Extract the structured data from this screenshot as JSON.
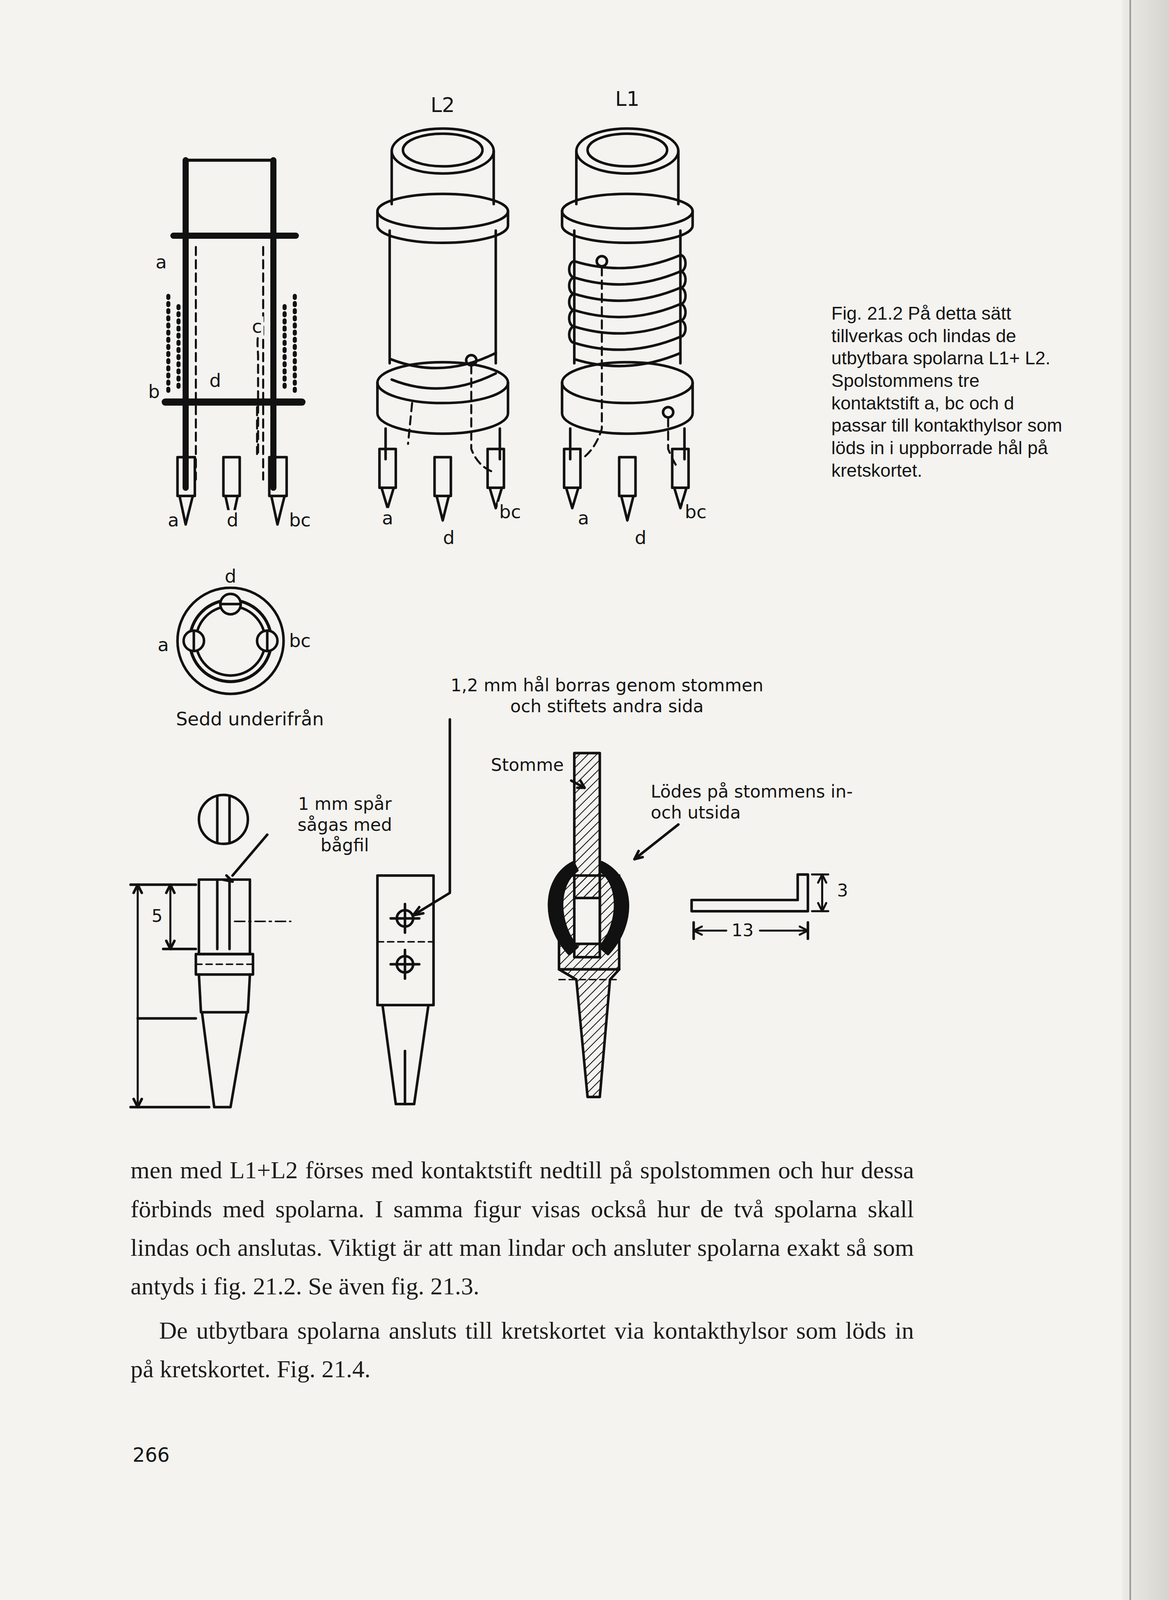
{
  "diagram": {
    "caption": "Fig. 21.2 På detta sätt tillverkas och lindas de utbytbara spolarna L1+ L2. Spolstommens tre kontaktstift a, bc och d passar till kontakthylsor som löds in i uppborrade hål på kretskortet.",
    "labels": [
      "L2",
      "L1",
      "a",
      "c",
      "b",
      "d",
      "a",
      "d",
      "bc",
      "a",
      "d",
      "bc",
      "a",
      "d",
      "bc",
      "d",
      "a",
      "bc",
      "Sedd underifrån",
      "1,2 mm hål borras genom stommen och stiftets andra sida",
      "Stomme",
      "Lödes på stommens in- och utsida",
      "1 mm spår sågas med bågfil",
      "5",
      "13",
      "3",
      "men med L1+L2 förses med kontaktstift nedtill på spolstommen och hur dessa förbinds med spolarna. I samma figur visas också hur de två spolarna skall lindas och anslutas. Viktigt är att man lindar och ansluter spolarna exakt så som antyds i fig. 21.2. Se även fig. 21.3.",
      "De utbytbara spolarna ansluts till kretskortet via kontakthylsor som löds in på kretskortet. Fig. 21.4.",
      "266"
    ]
  }
}
